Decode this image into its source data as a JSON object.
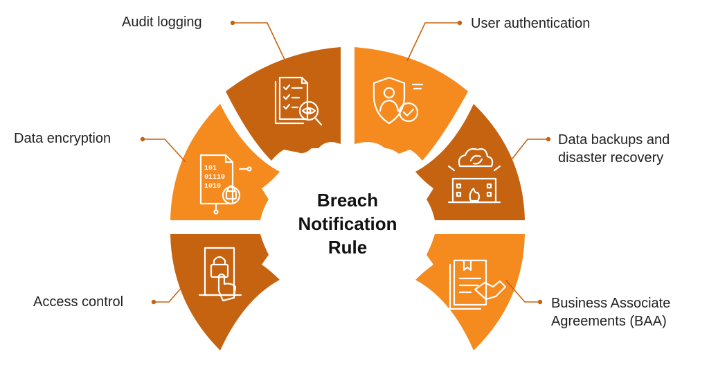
{
  "center": {
    "line1": "Breach",
    "line2": "Notification",
    "line3": "Rule"
  },
  "segments": [
    {
      "label": "Audit logging",
      "icon": "audit-checklist-magnifier-icon",
      "color": "#c56310"
    },
    {
      "label": "User authentication",
      "icon": "shield-user-check-icon",
      "color": "#f58a1f"
    },
    {
      "label": "Data encryption",
      "icon": "binary-document-lock-icon",
      "color": "#f58a1f"
    },
    {
      "label": "Data backups and",
      "label2": "disaster recovery",
      "icon": "cloud-sync-building-fire-icon",
      "color": "#c56310"
    },
    {
      "label": "Access control",
      "icon": "door-lock-hand-icon",
      "color": "#c56310"
    },
    {
      "label": "Business Associate",
      "label2": "Agreements (BAA)",
      "icon": "contract-handshake-icon",
      "color": "#f58a1f"
    }
  ],
  "colors": {
    "dark_orange": "#c56310",
    "light_orange": "#f58a1f",
    "connector": "#c56310",
    "text": "#222222"
  }
}
